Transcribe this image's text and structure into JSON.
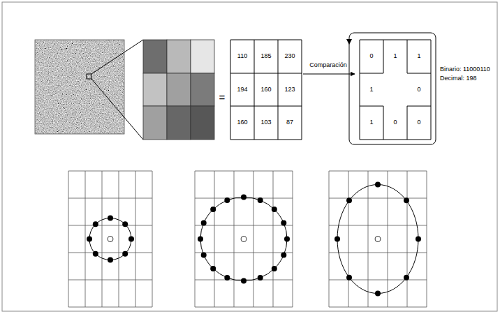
{
  "diagram": {
    "labels": [
      "110",
      "185",
      "230",
      "194",
      "160",
      "123",
      "160",
      "103",
      "87",
      "=",
      "Comparación",
      "0",
      "1",
      "1",
      "1",
      "0",
      "1",
      "0",
      "0",
      "Binario: 11000110",
      "Decimal: 198"
    ]
  }
}
